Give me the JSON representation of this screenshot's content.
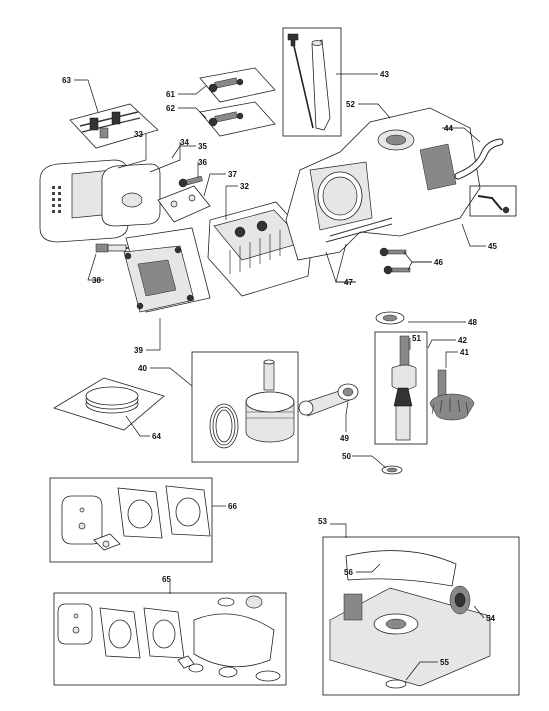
{
  "callouts": {
    "c32": "32",
    "c33": "33",
    "c34": "34",
    "c35": "35",
    "c36": "36",
    "c37": "37",
    "c38": "38",
    "c39": "39",
    "c40": "40",
    "c41": "41",
    "c42": "42",
    "c43": "43",
    "c44": "44",
    "c45": "45",
    "c46": "46",
    "c47": "47",
    "c48": "48",
    "c49": "49",
    "c50": "50",
    "c51": "51",
    "c52": "52",
    "c53": "53",
    "c54": "54",
    "c55": "55",
    "c56": "56",
    "c61": "61",
    "c62": "62",
    "c63": "63",
    "c64": "64",
    "c65": "65",
    "c66": "66"
  }
}
